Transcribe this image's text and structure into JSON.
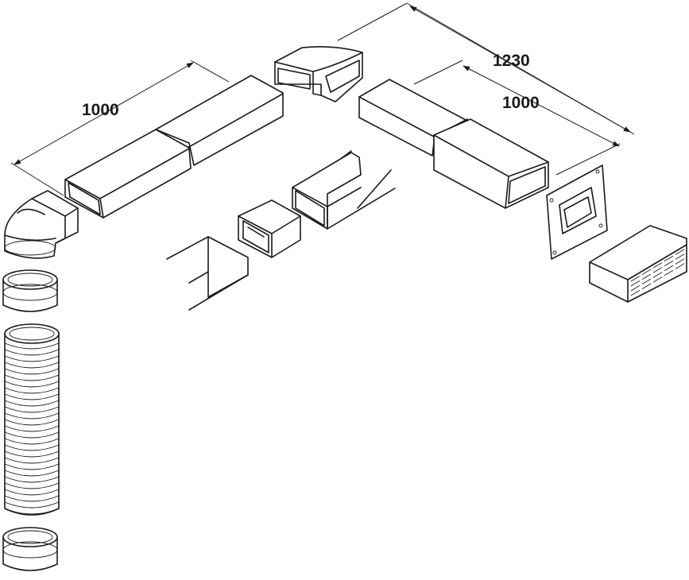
{
  "dimensions": {
    "left_duct_length": "1000",
    "right_total_length": "1230",
    "right_duct_length": "1000"
  }
}
